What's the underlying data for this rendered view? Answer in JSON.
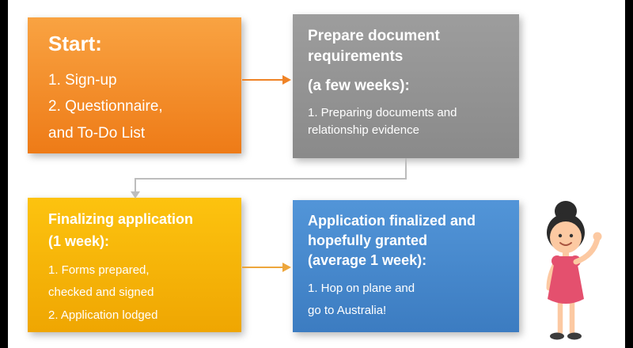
{
  "flowchart": {
    "boxes": {
      "start": {
        "title": "Start:",
        "body_lines": [
          "1. Sign-up",
          "2. Questionnaire,",
          "and To-Do List"
        ],
        "color": "#f0821e"
      },
      "prepare": {
        "title_lines": [
          "Prepare document",
          "requirements",
          "(a few weeks):"
        ],
        "body_lines": [
          "1. Preparing documents and",
          "relationship evidence"
        ],
        "color": "#929292"
      },
      "finalize": {
        "title_lines": [
          "Finalizing application",
          "(1 week):"
        ],
        "body_lines": [
          "1. Forms prepared,",
          "checked and signed",
          "2. Application lodged"
        ],
        "color": "#f7b50c"
      },
      "granted": {
        "title_lines": [
          "Application finalized and",
          "hopefully granted",
          "(average 1 week):"
        ],
        "body_lines": [
          "1. Hop on plane and",
          "go to Australia!"
        ],
        "color": "#4a8ed3"
      }
    },
    "connectors": {
      "start_to_prepare_color": "#ef8326",
      "prepare_to_finalize_color": "#bdbdbd",
      "finalize_to_granted_color": "#eda63c"
    }
  },
  "character": {
    "name": "cartoon-woman-waving",
    "hair_color": "#2b2b2b",
    "skin_color": "#fcc9a2",
    "dress_color": "#e4506e",
    "shoe_color": "#3c3c3c"
  }
}
